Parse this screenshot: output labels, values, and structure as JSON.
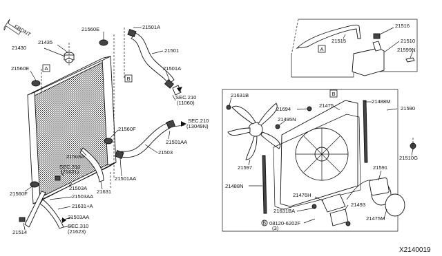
{
  "diagram_id": "X2140019",
  "front_label": "FRONT",
  "callouts": {
    "A": "A",
    "B": "B"
  },
  "labels": {
    "p21560E_top": "21560E",
    "p21501A_top": "21501A",
    "p21435": "21435",
    "p21430": "21430",
    "p21501": "21501",
    "p21560E_left": "21560E",
    "p21501A_mid": "21501A",
    "sec210_a": "SEC.210",
    "sec210_a_sub": "(11060)",
    "p21560F_mid": "21560F",
    "sec210_b": "SEC.210",
    "sec210_b_sub": "(13049N)",
    "p21501AA_mid": "21501AA",
    "p21503": "21503",
    "p21503A_mid": "21503A",
    "sec310_a": "SEC.310",
    "sec310_a_sub": "(21621)",
    "p21501AA_low": "21501AA",
    "p21503A_low": "21503A",
    "p21503AA_mid": "21503AA",
    "p21631": "21631",
    "p21560F_low": "21560F",
    "p21631A": "21631+A",
    "p21503AA_low": "21503AA",
    "sec310_b": "SEC.310",
    "sec310_b_sub": "(21623)",
    "p21514": "21514",
    "p21516": "21516",
    "p21515": "21515",
    "p21510": "21510",
    "p21599N": "21599N",
    "p21631B": "21631B",
    "p21694": "21694",
    "p21475": "21475",
    "p21488M": "21488M",
    "p21590": "21590",
    "p21495N": "21495N",
    "p21510G": "21510G",
    "p21597": "21597",
    "p21591": "21591",
    "p21488N": "21488N",
    "p21476H": "21476H",
    "p21631BA": "21631BA",
    "p21493": "21493",
    "p21475M": "21475M",
    "bolt": "08120-6202F",
    "bolt_qty": "(3)",
    "bolt_mark": "B"
  }
}
